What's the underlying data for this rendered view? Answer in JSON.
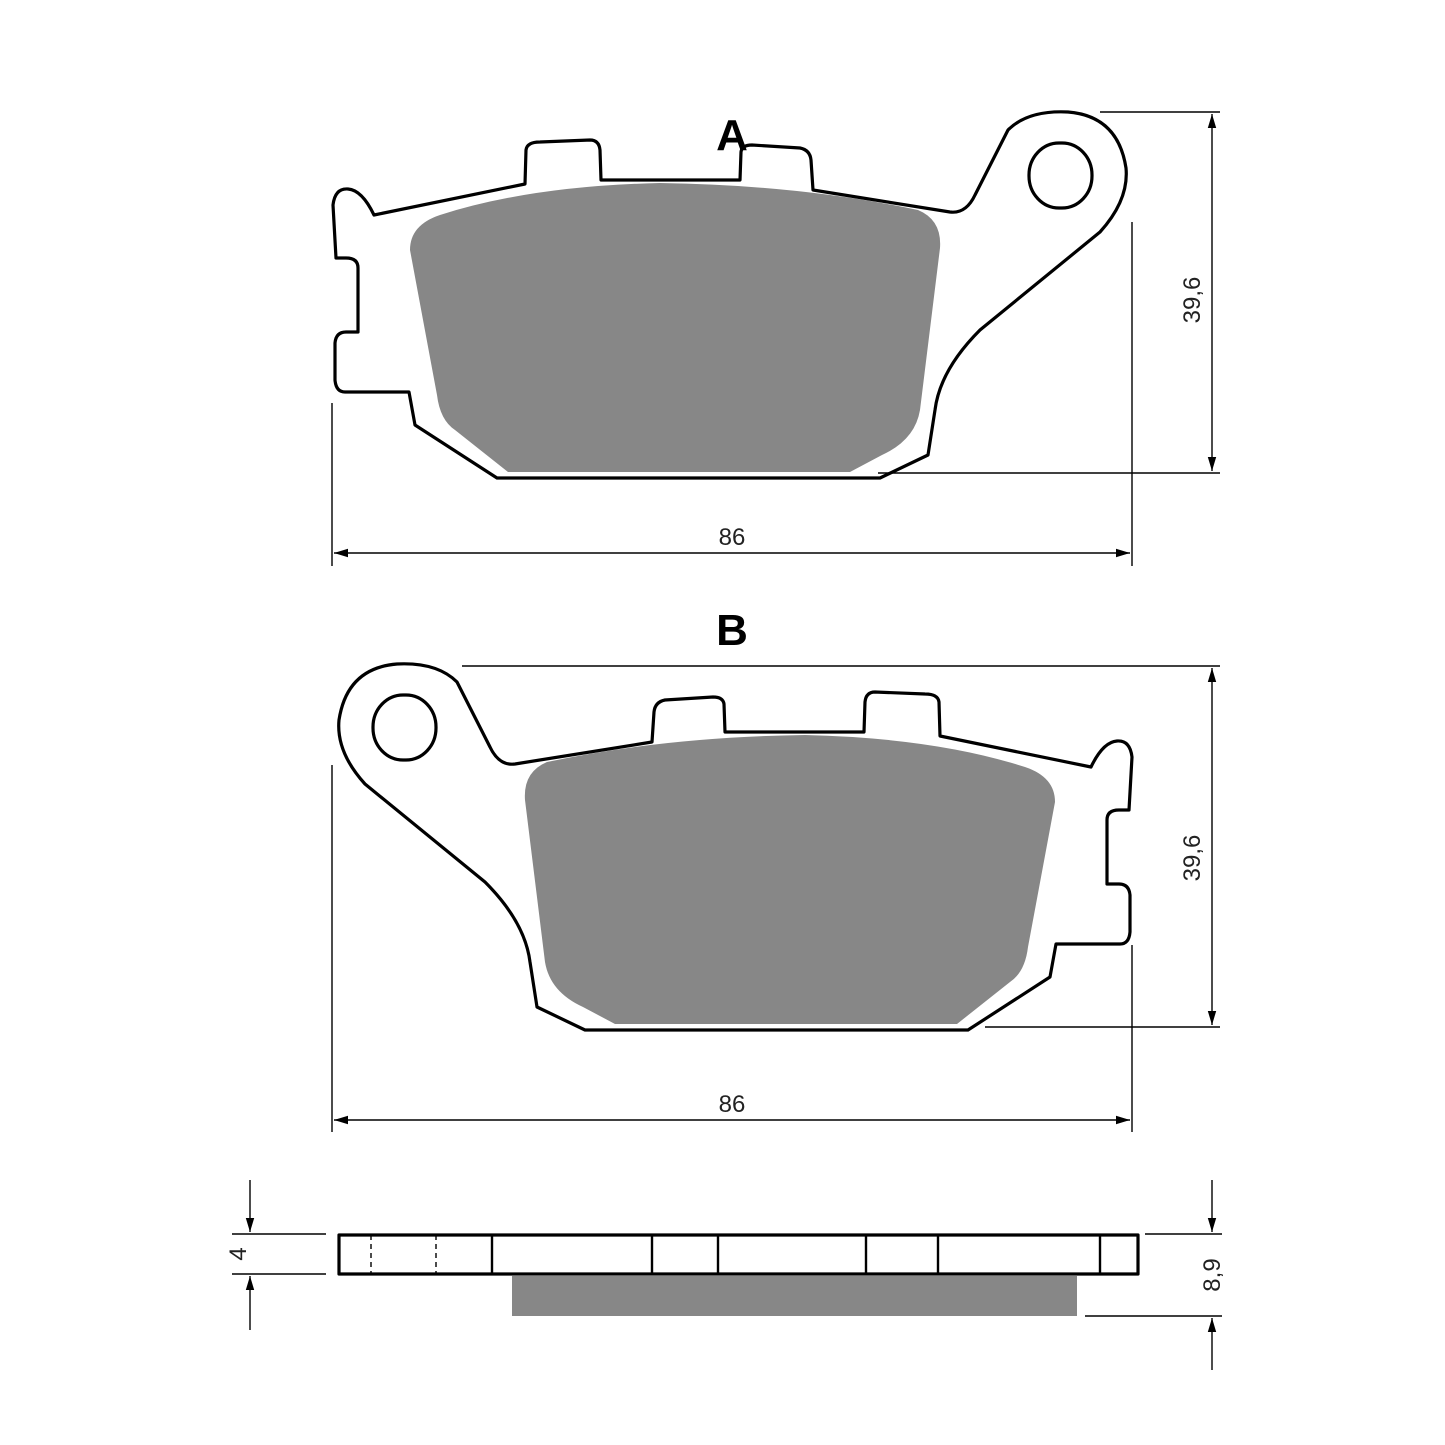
{
  "views": {
    "a": {
      "label": "A",
      "width": "86",
      "height": "39,6"
    },
    "b": {
      "label": "B",
      "width": "86",
      "height": "39,6"
    },
    "side": {
      "plate_thickness": "4",
      "total_thickness": "8,9"
    }
  },
  "colors": {
    "friction_material": "#878787",
    "outline": "#000000",
    "background": "#ffffff"
  }
}
